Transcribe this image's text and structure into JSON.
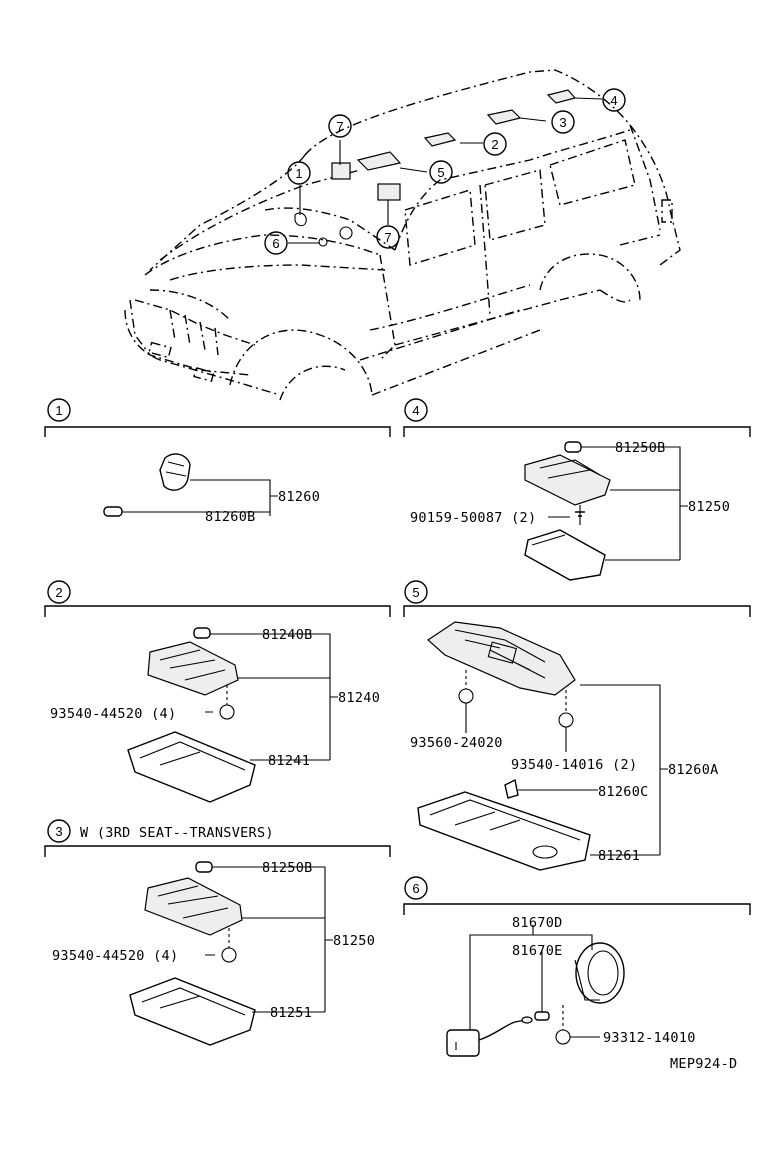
{
  "callouts": [
    "1",
    "2",
    "3",
    "4",
    "5",
    "6",
    "7"
  ],
  "sections": {
    "s1": {
      "num": "1",
      "parts": {
        "assy": "81260",
        "bulb": "81260B"
      }
    },
    "s2": {
      "num": "2",
      "parts": {
        "bulb": "81240B",
        "assy": "81240",
        "screw": "93540-44520 (4)",
        "lens": "81241"
      }
    },
    "s3": {
      "num": "3",
      "note": "W (3RD SEAT--TRANSVERS)",
      "parts": {
        "bulb": "81250B",
        "assy": "81250",
        "screw": "93540-44520 (4)",
        "lens": "81251"
      }
    },
    "s4": {
      "num": "4",
      "parts": {
        "bulb": "81250B",
        "assy": "81250",
        "screw": "90159-50087 (2)"
      }
    },
    "s5": {
      "num": "5",
      "parts": {
        "screw_a": "93560-24020",
        "screw_b": "93540-14016 (2)",
        "assy": "81260A",
        "bulb": "81260C",
        "lens": "81261"
      }
    },
    "s6": {
      "num": "6",
      "parts": {
        "assy": "81670D",
        "bulb": "81670E",
        "screw": "93312-14010"
      }
    }
  },
  "diagram_code": "MEP924-D"
}
